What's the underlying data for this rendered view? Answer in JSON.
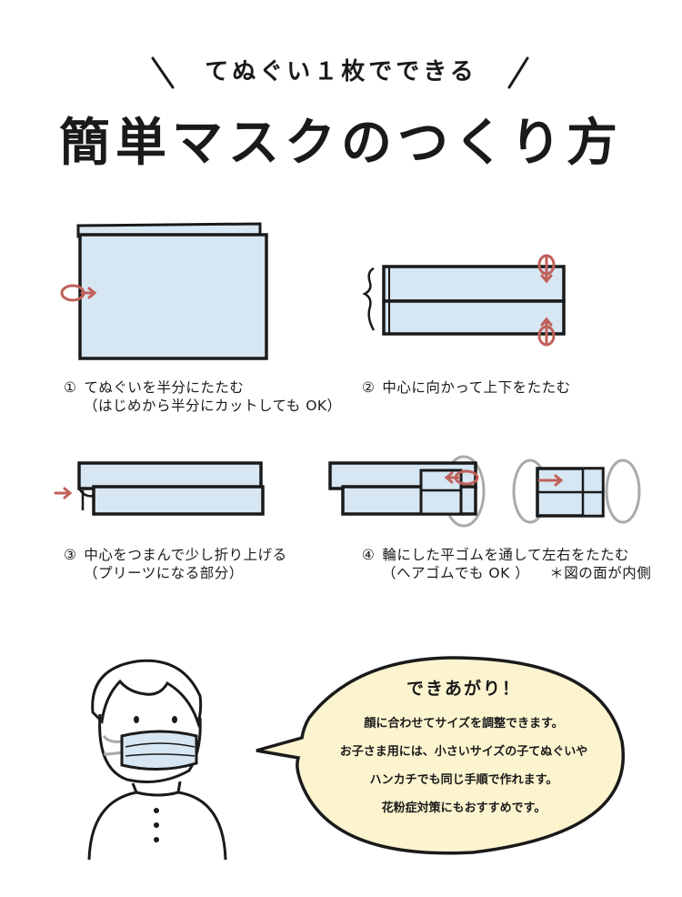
{
  "header": {
    "subtitle": "てぬぐい１枚でできる",
    "title": "簡単マスクのつくり方"
  },
  "steps": [
    {
      "num": "①",
      "text": "てぬぐいを半分にたたむ",
      "note": "（はじめから半分にカットしても OK）"
    },
    {
      "num": "②",
      "text": "中心に向かって上下をたたむ",
      "note": ""
    },
    {
      "num": "③",
      "text": "中心をつまんで少し折り上げる",
      "note": "（プリーツになる部分）"
    },
    {
      "num": "④",
      "text": "輪にした平ゴムを通して左右をたたむ",
      "note": "（ヘアゴムでも OK ）",
      "extra": "＊図の面が内側"
    }
  ],
  "bubble": {
    "heading": "できあがり！",
    "lines": [
      "顔に合わせてサイズを調整できます。",
      "お子さま用には、小さいサイズの子てぬぐいや",
      "ハンカチでも同じ手順で作れます。",
      "花粉症対策にもおすすめです。"
    ]
  },
  "colors": {
    "cloth": "#d6e6f2",
    "outline": "#1a1a1a",
    "arrow": "#c0605a",
    "elastic": "#aaaaaa",
    "bubble": "#fbf4cf"
  }
}
